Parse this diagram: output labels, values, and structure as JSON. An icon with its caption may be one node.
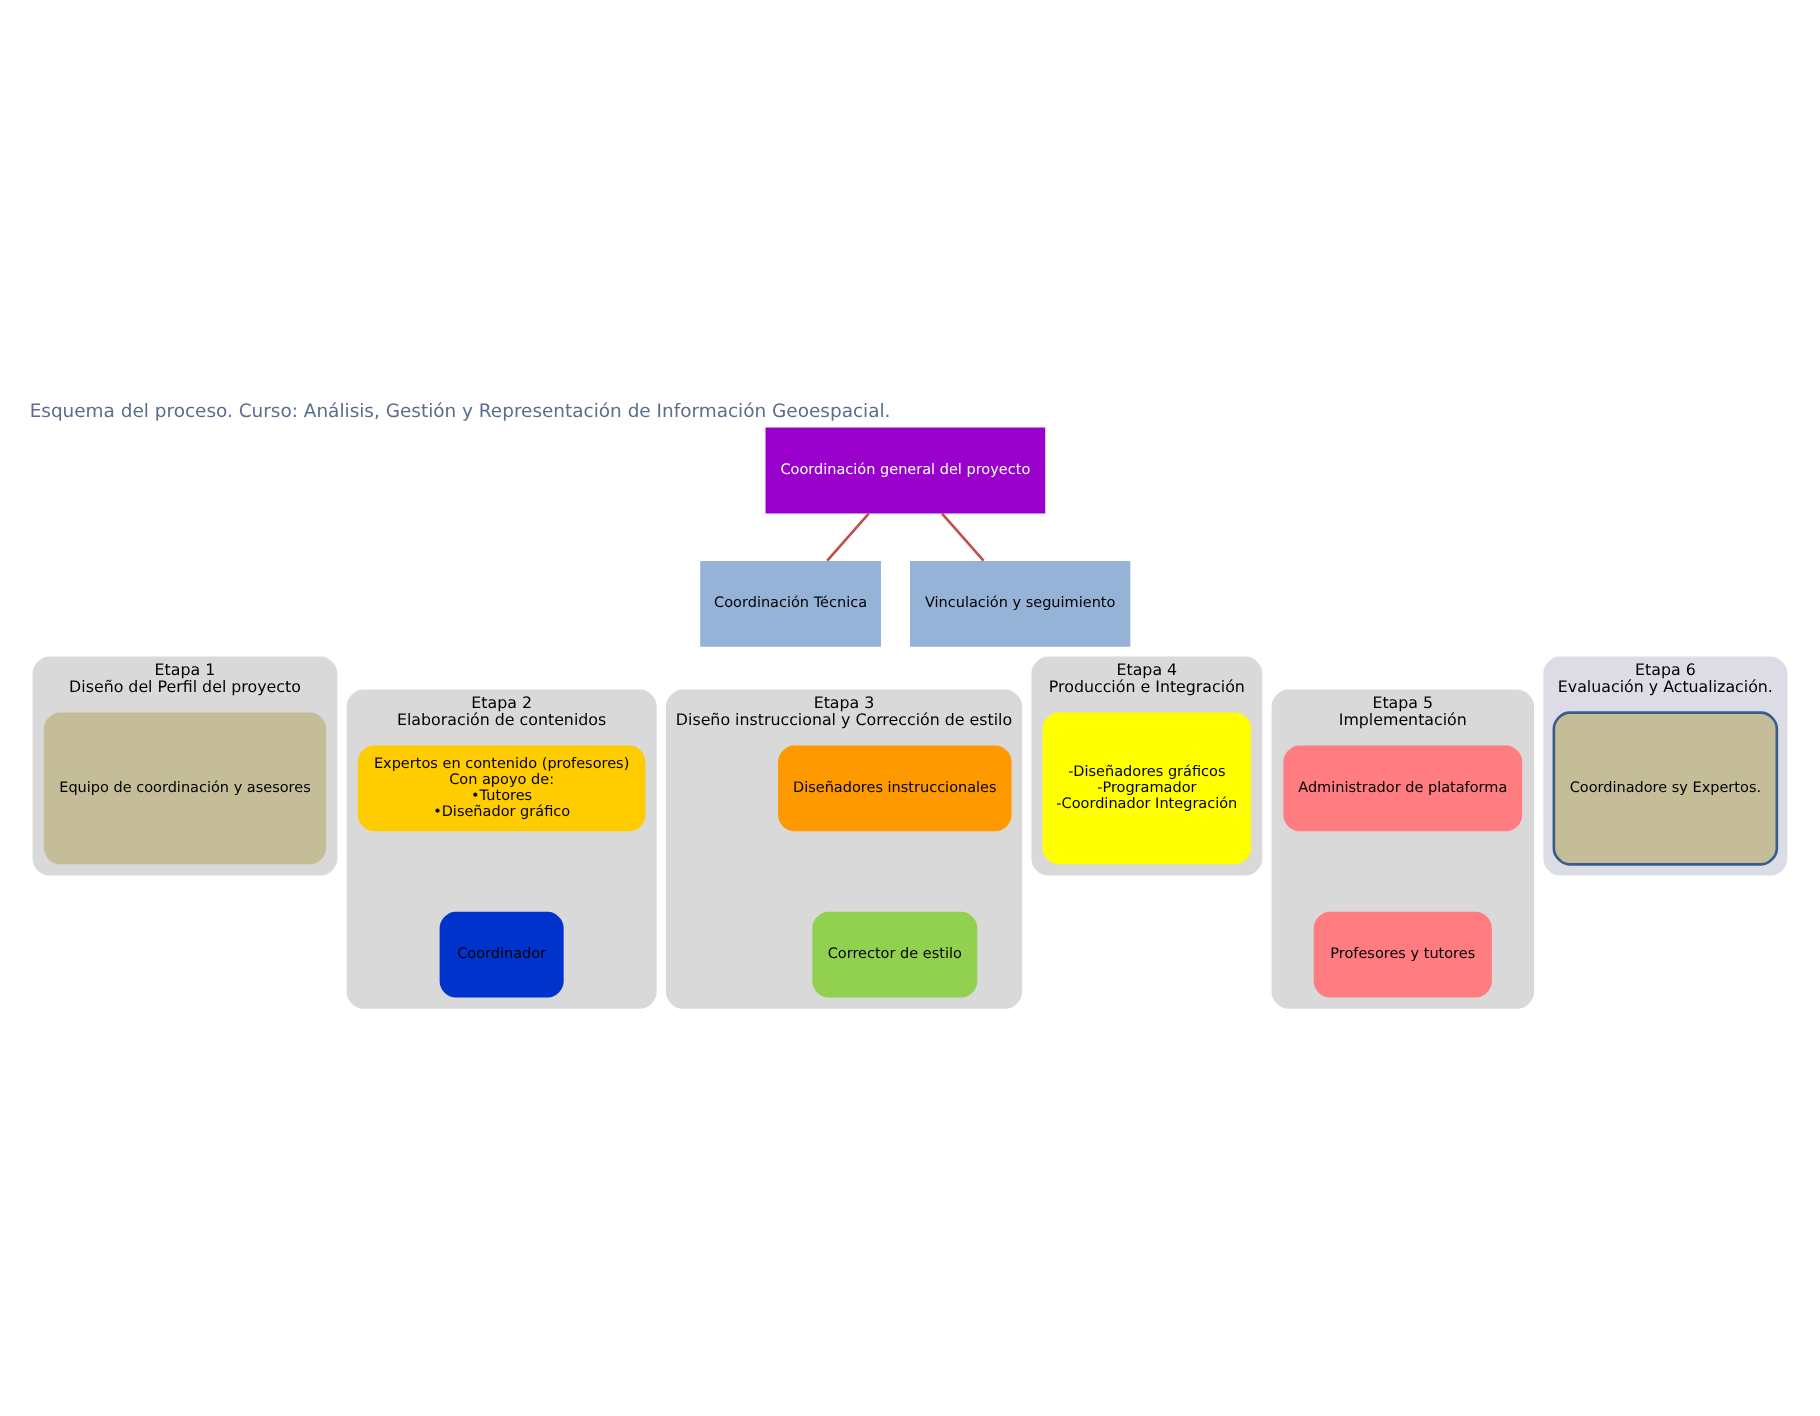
{
  "diagram": {
    "title": "Esquema del proceso. Curso: Análisis, Gestión y Representación de Información Geoespacial.",
    "nodes": [
      {
        "text": [
          "Coordinación general del proyecto"
        ]
      },
      {
        "text": [
          "Coordinación Técnica"
        ]
      },
      {
        "text": [
          "Vinculación y seguimiento"
        ]
      },
      {
        "text": [
          "Etapa 1",
          "Diseño del Perfil del proyecto"
        ]
      },
      {
        "text": [
          "Equipo de coordinación y asesores"
        ],
        "in": 3
      },
      {
        "text": [
          "Etapa 2",
          "Elaboración de contenidos"
        ]
      },
      {
        "text": [
          "Expertos en contenido (profesores)",
          "Con apoyo de:",
          "•Tutores",
          "•Diseñador gráfico"
        ],
        "in": 5
      },
      {
        "text": [
          "Coordinador"
        ],
        "in": 5
      },
      {
        "text": [
          "Etapa 3",
          "Diseño instruccional y Corrección de estilo"
        ]
      },
      {
        "text": [
          "Diseñadores instruccionales"
        ],
        "in": 8
      },
      {
        "text": [
          "Corrector de estilo"
        ],
        "in": 8
      },
      {
        "text": [
          "Etapa 4",
          "Producción e Integración"
        ]
      },
      {
        "text": [
          "-Diseñadores gráficos",
          "-Programador",
          "-Coordinador Integración"
        ],
        "in": 11
      },
      {
        "text": [
          "Etapa 5",
          "Implementación"
        ]
      },
      {
        "text": [
          "Administrador de plataforma"
        ],
        "in": 13
      },
      {
        "text": [
          "Profesores y tutores"
        ],
        "in": 13
      },
      {
        "text": [
          "Etapa 6",
          "Evaluación y Actualización."
        ]
      },
      {
        "text": [
          "Coordinadore sy Expertos."
        ],
        "in": 16
      }
    ],
    "edges": [
      {
        "from": 0,
        "to": 1,
        "arrow": "none"
      },
      {
        "from": 0,
        "to": 2,
        "arrow": "none"
      }
    ]
  }
}
